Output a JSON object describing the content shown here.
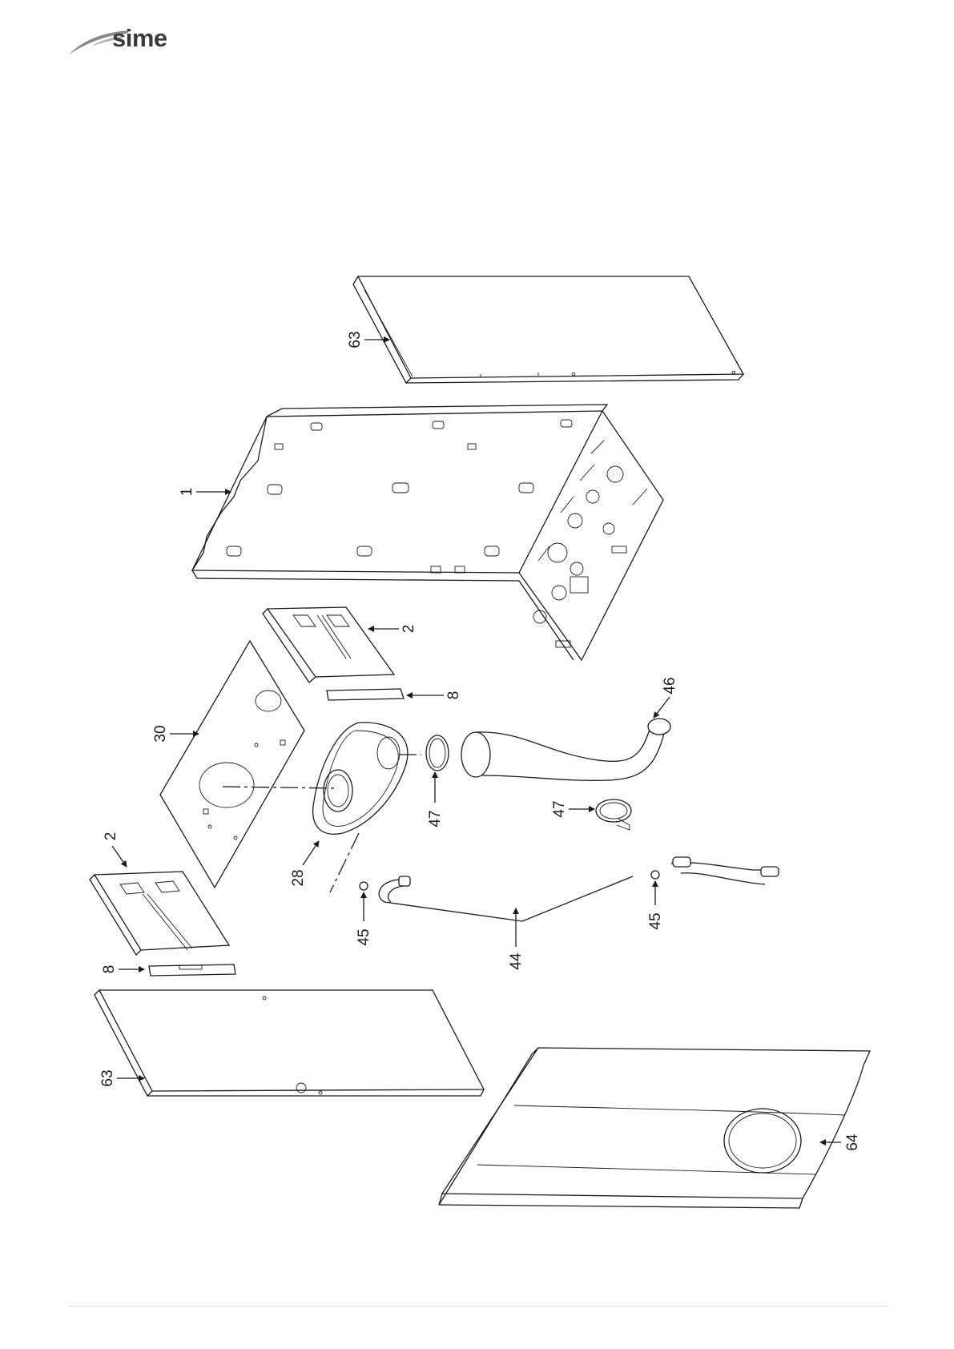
{
  "brand": {
    "logo_text": "sime"
  },
  "labels": {
    "side_panel_upper": "63",
    "frame": "1",
    "bracket_upper": "2",
    "strip_upper": "8",
    "flue_pipe": "46",
    "plate": "30",
    "clamp_upper": "47",
    "clamp_lower": "47",
    "bracket_lower": "2",
    "chamber": "28",
    "clip_left": "45",
    "hose": "44",
    "clip_right": "45",
    "strip_lower": "8",
    "side_panel_lower": "63",
    "front_panel": "64"
  }
}
